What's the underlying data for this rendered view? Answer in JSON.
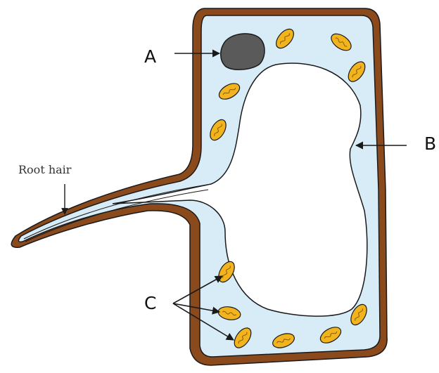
{
  "labels": {
    "a": "A",
    "b": "B",
    "c": "C",
    "root_hair": "Root hair"
  },
  "colors": {
    "cell_wall": "#8b4a1c",
    "cytoplasm": "#d8ecf8",
    "vacuole": "#ffffff",
    "nucleus": "#5a5a5a",
    "chloroplast": "#f2b41e",
    "outline": "#1a1a1a"
  }
}
